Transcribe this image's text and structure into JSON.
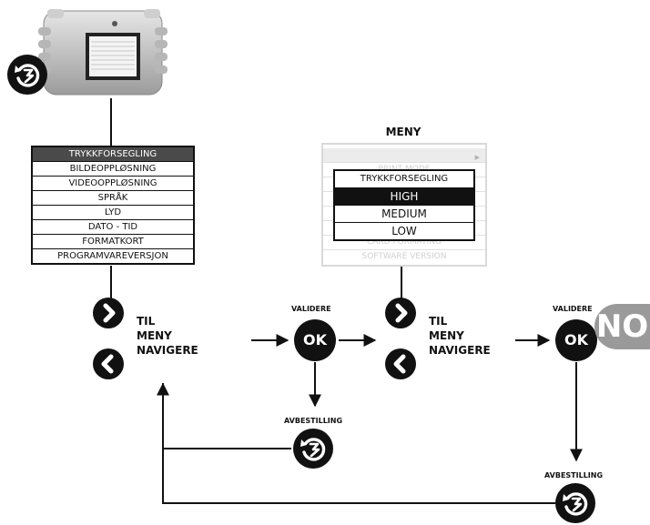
{
  "left_menu": {
    "items": [
      "TRYKKFORSEGLING",
      "BILDEOPPLØSNING",
      "VIDEOOPPLØSNING",
      "SPRÅK",
      "LYD",
      "DATO - TID",
      "FORMATKORT",
      "PROGRAMVAREVERSJON"
    ],
    "selected_index": 0
  },
  "right_menu": {
    "title": "MENY",
    "background_items": [
      "PRINT MODE",
      "CARD FORMATING",
      "SOFTWARE VERSION"
    ],
    "submenu": {
      "title": "TRYKKFORSEGLING",
      "options": [
        "HIGH",
        "MEDIUM",
        "LOW"
      ],
      "selected_index": 0
    }
  },
  "nav_group_1": {
    "line1": "TIL",
    "line2": "MENY",
    "line3": "NAVIGERE"
  },
  "nav_group_2": {
    "line1": "TIL",
    "line2": "MENY",
    "line3": "NAVIGERE"
  },
  "validate_1": {
    "label": "VALIDERE",
    "button": "OK"
  },
  "validate_2": {
    "label": "VALIDERE",
    "button": "OK"
  },
  "cancel_1": {
    "label": "AVBESTILLING"
  },
  "cancel_2": {
    "label": "AVBESTILLING"
  },
  "language_tab": "NO",
  "icons": [
    "back-menu-icon",
    "chevron-right-icon",
    "chevron-left-icon"
  ],
  "colors": {
    "dark": "#111111",
    "selected_row": "#4a4a4a",
    "language_tab": "#9a9a9a",
    "ghost_text": "#d0d0d0"
  }
}
